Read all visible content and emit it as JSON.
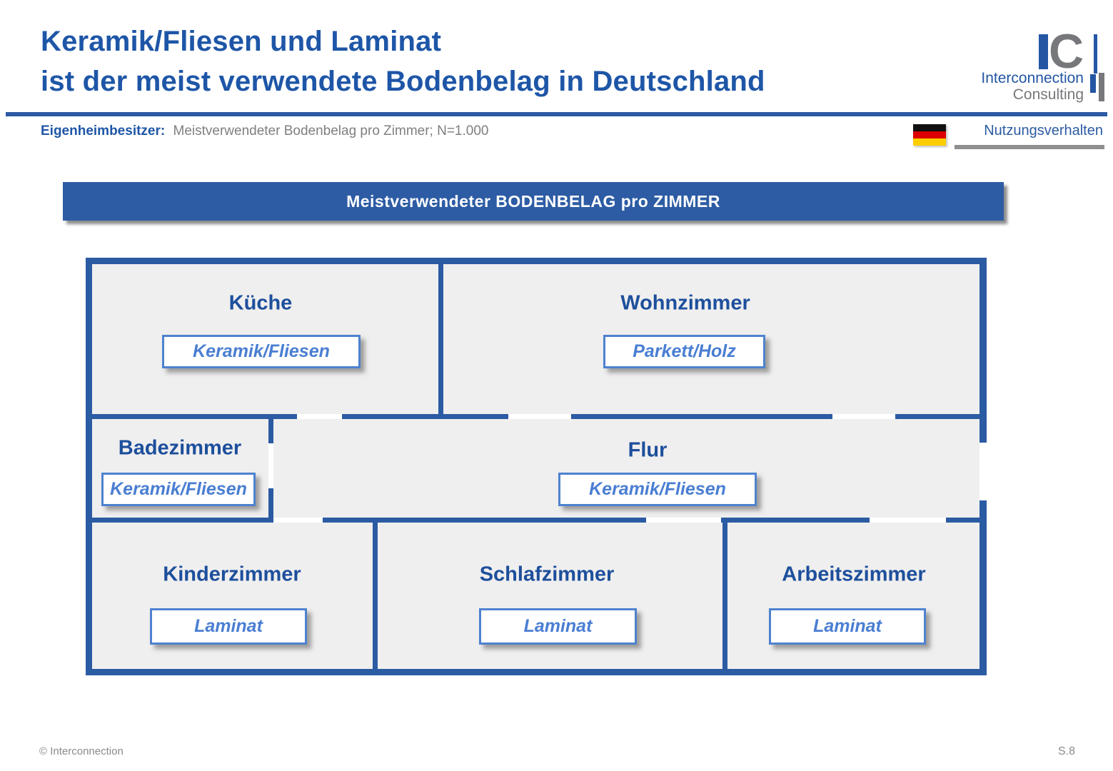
{
  "header": {
    "title_line1": "Keramik/Fliesen und Laminat",
    "title_line2": "ist der meist verwendete Bodenbelag in Deutschland",
    "subtitle_label": "Eigenheimbesitzer:",
    "subtitle_text": "Meistverwendeter Bodenbelag pro Zimmer; N=1.000",
    "category_label": "Nutzungsverhalten",
    "flag_icon": "german-flag",
    "logo": {
      "mark": "C",
      "line1": "Interconnection",
      "line2": "Consulting"
    }
  },
  "banner": {
    "text": "Meistverwendeter BODENBELAG pro ZIMMER"
  },
  "floorplan": {
    "rooms": [
      {
        "id": "kueche",
        "name": "Küche",
        "flooring": "Keramik/Fliesen"
      },
      {
        "id": "wohnzimmer",
        "name": "Wohnzimmer",
        "flooring": "Parkett/Holz"
      },
      {
        "id": "badezimmer",
        "name": "Badezimmer",
        "flooring": "Keramik/Fliesen"
      },
      {
        "id": "flur",
        "name": "Flur",
        "flooring": "Keramik/Fliesen"
      },
      {
        "id": "kinderzimmer",
        "name": "Kinderzimmer",
        "flooring": "Laminat"
      },
      {
        "id": "schlafzimmer",
        "name": "Schlafzimmer",
        "flooring": "Laminat"
      },
      {
        "id": "arbeitszimmer",
        "name": "Arbeitszimmer",
        "flooring": "Laminat"
      }
    ]
  },
  "footer": {
    "copyright": "© Interconnection",
    "page": "S.8"
  },
  "colors": {
    "title_blue": "#1e56a7",
    "wall_blue": "#2b5ba3",
    "banner_blue": "#2d5ca4",
    "room_label_blue": "#1d4f9c",
    "box_border_blue": "#4d82cf",
    "box_text_blue": "#4a7ed2",
    "gray_text": "#7f7f7f",
    "room_fill": "#f0efef",
    "flag_black": "#111111",
    "flag_red": "#dd0000",
    "flag_gold": "#ffce00"
  }
}
